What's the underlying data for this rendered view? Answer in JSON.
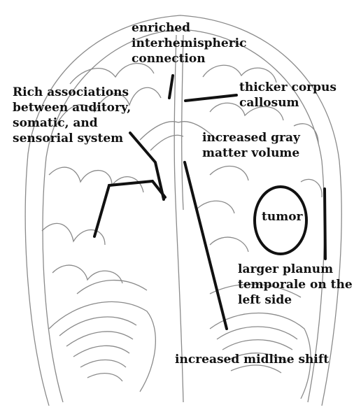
{
  "labels": {
    "interhemispheric": [
      "enriched",
      "interhemispheric",
      "connection"
    ],
    "corpus_callosum": [
      "thicker corpus",
      "callosum"
    ],
    "associations": [
      "Rich associations",
      "between auditory,",
      "somatic, and",
      "sensorial system"
    ],
    "gray_matter": [
      "increased gray",
      "matter volume"
    ],
    "tumor": [
      "tumor"
    ],
    "planum": [
      "larger planum",
      "temporale on the",
      "left side"
    ],
    "midline": [
      "increased midline shift"
    ]
  },
  "colors": {
    "ink": "#111111",
    "sketch": "#8a8a8a",
    "background": "#ffffff"
  }
}
